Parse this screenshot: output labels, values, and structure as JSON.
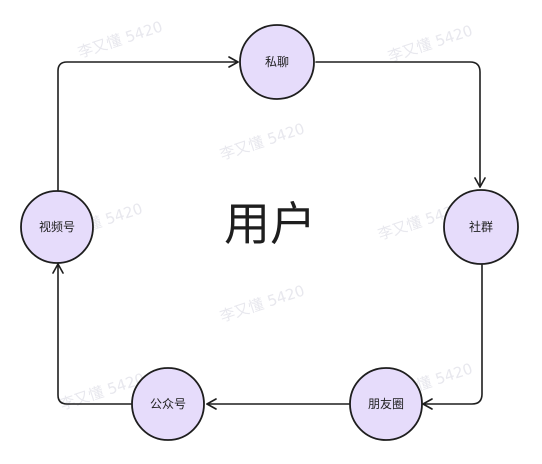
{
  "center_title": "用户",
  "nodes": {
    "private_chat": "私聊",
    "community": "社群",
    "moments": "朋友圈",
    "official_account": "公众号",
    "channels": "视频号"
  },
  "watermark": "李又懂 5420",
  "colors": {
    "node_fill": "#e6dcfb",
    "node_stroke": "#1e1e1e",
    "edge": "#1e1e1e",
    "text": "#1e1e1e",
    "watermark": "#e8e8ee"
  }
}
